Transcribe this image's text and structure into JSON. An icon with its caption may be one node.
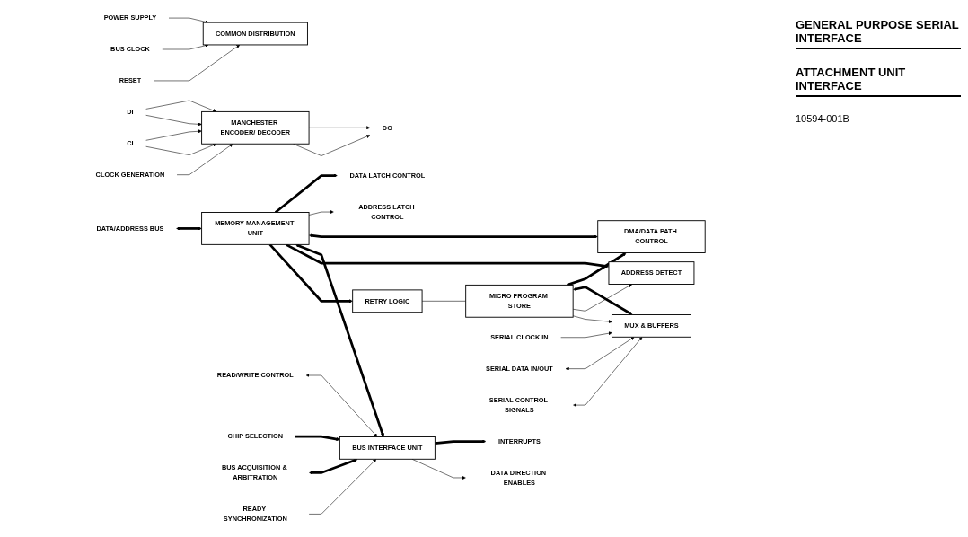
{
  "diagram": {
    "nodes": [
      {
        "text": [
          "DATA/ADDRESS BUS"
        ]
      },
      {
        "text": [
          "DATA LATCH CONTROL"
        ]
      },
      {
        "text": [
          "ADDRESS LATCH CONTROL"
        ]
      },
      {
        "text": [
          "MEMORY MANAGEMENT UNIT"
        ]
      },
      {
        "text": [
          "DMA/DATA PATH CONTROL"
        ]
      },
      {
        "text": [
          "MICRO PROGRAM STORE"
        ]
      },
      {
        "text": [
          "READ/WRITE CONTROL"
        ]
      },
      {
        "text": [
          "CHIP SELECTION"
        ]
      },
      {
        "text": [
          "INTERRUPTS"
        ]
      },
      {
        "text": [
          "BUS ACQUISITION & ARBITRATION"
        ]
      },
      {
        "text": [
          "READY SYNCHRONIZATION"
        ]
      },
      {
        "text": [
          "DATA DIRECTION ENABLES"
        ]
      },
      {
        "text": [
          "BUS INTERFACE UNIT"
        ]
      },
      {
        "text": [
          "ADDRESS DETECT"
        ]
      },
      {
        "text": [
          "RETRY LOGIC"
        ]
      },
      {
        "text": [
          "MUX & BUFFERS"
        ]
      },
      {
        "text": [
          "SERIAL CLOCK IN"
        ]
      },
      {
        "text": [
          "SERIAL DATA IN/OUT"
        ]
      },
      {
        "text": [
          "SERIAL CONTROL SIGNALS"
        ]
      },
      {
        "text": [
          "COMMON DISTRIBUTION"
        ]
      },
      {
        "text": [
          "POWER SUPPLY"
        ]
      },
      {
        "text": [
          "BUS CLOCK"
        ]
      },
      {
        "text": [
          "RESET"
        ]
      },
      {
        "text": [
          "MANCHESTER ENCODER/ DECODER"
        ]
      },
      {
        "text": [
          "DI"
        ]
      },
      {
        "text": [
          "CI"
        ]
      },
      {
        "text": [
          "DO"
        ]
      },
      {
        "text": [
          "CLOCK GENERATION"
        ]
      }
    ],
    "edges": [
      {
        "from": 0,
        "to": 3,
        "arrow": "both",
        "style": "thick"
      },
      {
        "from": 3,
        "to": 1,
        "arrow": "to",
        "style": "thick"
      },
      {
        "from": 3,
        "to": 2,
        "arrow": "to"
      },
      {
        "from": 3,
        "to": 4,
        "arrow": "both",
        "style": "thick"
      },
      {
        "from": 3,
        "to": 12,
        "arrow": "both",
        "style": "thick"
      },
      {
        "from": 3,
        "to": 13,
        "arrow": "to",
        "style": "thick"
      },
      {
        "from": 3,
        "to": 14,
        "arrow": "to",
        "style": "thick"
      },
      {
        "from": 5,
        "to": 4,
        "arrow": "to",
        "style": "thick"
      },
      {
        "from": 5,
        "to": 15,
        "arrow": "both",
        "style": "thick"
      },
      {
        "from": 5,
        "to": 13,
        "arrow": "to"
      },
      {
        "from": 14,
        "to": 5,
        "arrow": "none"
      },
      {
        "from": 5,
        "to": 15,
        "arrow": "to"
      },
      {
        "from": 6,
        "to": 12,
        "arrow": "both"
      },
      {
        "from": 7,
        "to": 12,
        "arrow": "to",
        "style": "thick"
      },
      {
        "from": 12,
        "to": 8,
        "arrow": "to",
        "style": "thick"
      },
      {
        "from": 9,
        "to": 12,
        "arrow": "both",
        "style": "thick"
      },
      {
        "from": 10,
        "to": 12,
        "arrow": "to"
      },
      {
        "from": 12,
        "to": 11,
        "arrow": "to"
      },
      {
        "from": 16,
        "to": 15,
        "arrow": "to"
      },
      {
        "from": 17,
        "to": 15,
        "arrow": "both"
      },
      {
        "from": 18,
        "to": 15,
        "arrow": "both"
      },
      {
        "from": 20,
        "to": 19,
        "arrow": "to"
      },
      {
        "from": 21,
        "to": 19,
        "arrow": "to"
      },
      {
        "from": 22,
        "to": 19,
        "arrow": "to"
      },
      {
        "from": 24,
        "to": 23,
        "arrow": "to"
      },
      {
        "from": 24,
        "to": 23,
        "arrow": "to"
      },
      {
        "from": 25,
        "to": 23,
        "arrow": "to"
      },
      {
        "from": 25,
        "to": 23,
        "arrow": "to"
      },
      {
        "from": 23,
        "to": 26,
        "arrow": "to"
      },
      {
        "from": 23,
        "to": 26,
        "arrow": "to"
      },
      {
        "from": 27,
        "to": 23,
        "arrow": "to"
      }
    ],
    "labels": [
      "GENERAL PURPOSE SERIAL INTERFACE",
      "ATTACHMENT UNIT INTERFACE",
      "10594-001B"
    ]
  }
}
